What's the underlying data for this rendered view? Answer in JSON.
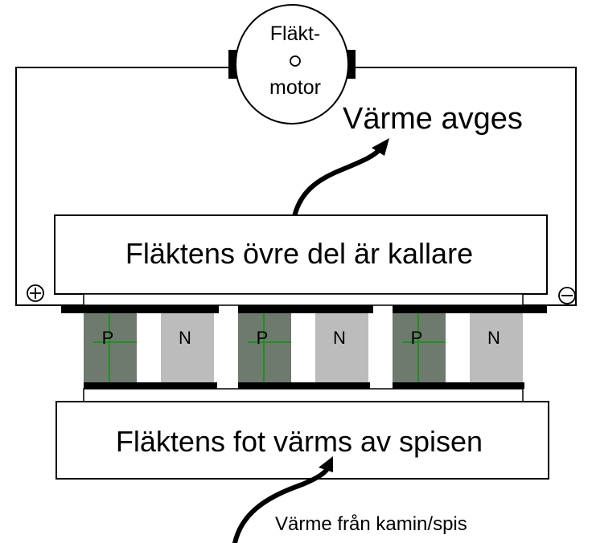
{
  "motor": {
    "label_line1": "Fläkt-",
    "label_line2": "motor"
  },
  "labels": {
    "heat_released": "Värme avges",
    "upper_part": "Fläktens övre del är kallare",
    "base_part": "Fläktens fot värms av spisen",
    "heat_source": "Värme från kamin/spis"
  },
  "terminals": {
    "positive": "+",
    "negative": "−"
  },
  "elements": [
    {
      "type": "P"
    },
    {
      "type": "N"
    },
    {
      "type": "P"
    },
    {
      "type": "N"
    },
    {
      "type": "P"
    },
    {
      "type": "N"
    }
  ],
  "colors": {
    "p_type": "#6f7a6f",
    "n_type": "#bcbcbc",
    "p_line": "#1f8f1f",
    "line": "#000000"
  }
}
